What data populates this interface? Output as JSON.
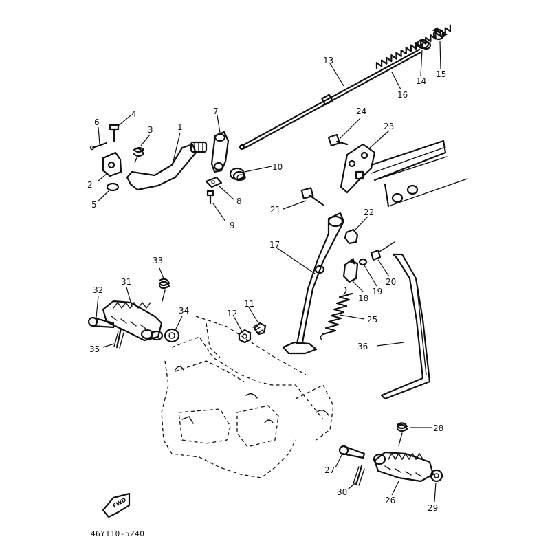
{
  "diagram_code": "46Y110-5240",
  "fwd_label": "FWD",
  "callouts": [
    {
      "id": "c1",
      "label": "1"
    },
    {
      "id": "c2",
      "label": "2"
    },
    {
      "id": "c3",
      "label": "3"
    },
    {
      "id": "c4",
      "label": "4"
    },
    {
      "id": "c5",
      "label": "5"
    },
    {
      "id": "c6",
      "label": "6"
    },
    {
      "id": "c7",
      "label": "7"
    },
    {
      "id": "c8",
      "label": "8"
    },
    {
      "id": "c9",
      "label": "9"
    },
    {
      "id": "c10",
      "label": "10"
    },
    {
      "id": "c11",
      "label": "11"
    },
    {
      "id": "c12",
      "label": "12"
    },
    {
      "id": "c13",
      "label": "13"
    },
    {
      "id": "c14",
      "label": "14"
    },
    {
      "id": "c15",
      "label": "15"
    },
    {
      "id": "c16",
      "label": "16"
    },
    {
      "id": "c17",
      "label": "17"
    },
    {
      "id": "c18",
      "label": "18"
    },
    {
      "id": "c19",
      "label": "19"
    },
    {
      "id": "c20",
      "label": "20"
    },
    {
      "id": "c21",
      "label": "21"
    },
    {
      "id": "c22",
      "label": "22"
    },
    {
      "id": "c23",
      "label": "23"
    },
    {
      "id": "c24",
      "label": "24"
    },
    {
      "id": "c25",
      "label": "25"
    },
    {
      "id": "c26",
      "label": "26"
    },
    {
      "id": "c27",
      "label": "27"
    },
    {
      "id": "c28",
      "label": "28"
    },
    {
      "id": "c29",
      "label": "29"
    },
    {
      "id": "c30",
      "label": "30"
    },
    {
      "id": "c31",
      "label": "31"
    },
    {
      "id": "c32",
      "label": "32"
    },
    {
      "id": "c33",
      "label": "33"
    },
    {
      "id": "c34",
      "label": "34"
    },
    {
      "id": "c35",
      "label": "35"
    },
    {
      "id": "c36",
      "label": "36"
    }
  ]
}
